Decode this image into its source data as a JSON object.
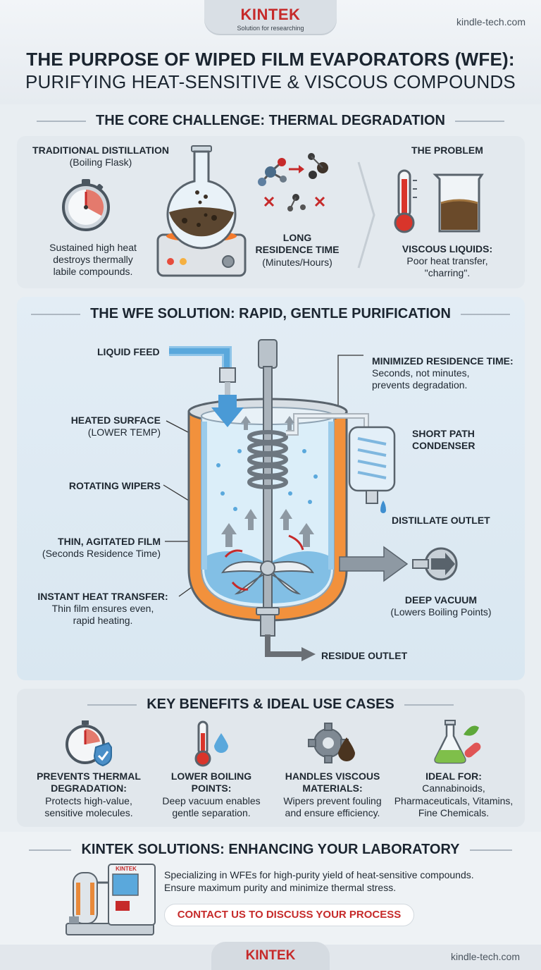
{
  "brand": {
    "logo": "KINTEK",
    "tagline": "Solution for researching",
    "site": "kindle-tech.com"
  },
  "title": {
    "line1": "THE PURPOSE OF WIPED FILM EVAPORATORS (WFE):",
    "line2": "PURIFYING HEAT-SENSITIVE & VISCOUS COMPOUNDS"
  },
  "challenge": {
    "heading": "THE CORE CHALLENGE: THERMAL DEGRADATION",
    "traditional_title": "TRADITIONAL DISTILLATION",
    "traditional_sub": "(Boiling Flask)",
    "traditional_desc_1": "Sustained high heat",
    "traditional_desc_2": "destroys thermally",
    "traditional_desc_3": "labile compounds.",
    "residence_1": "LONG",
    "residence_2": "RESIDENCE TIME",
    "residence_3": "(Minutes/Hours)",
    "problem_title": "THE PROBLEM",
    "viscous_title": "VISCOUS LIQUIDS:",
    "viscous_desc_1": "Poor heat transfer,",
    "viscous_desc_2": "\"charring\"."
  },
  "solution": {
    "heading": "THE WFE SOLUTION: RAPID, GENTLE PURIFICATION",
    "liquid_feed": "LIQUID FEED",
    "heated_surface": "HEATED SURFACE",
    "heated_surface_sub": "(LOWER TEMP)",
    "rotating_wipers": "ROTATING WIPERS",
    "thin_film": "THIN, AGITATED FILM",
    "thin_film_sub": "(Seconds Residence Time)",
    "instant_title": "INSTANT HEAT TRANSFER:",
    "instant_desc_1": "Thin film ensures even,",
    "instant_desc_2": "rapid heating.",
    "min_res_title": "MINIMIZED RESIDENCE TIME:",
    "min_res_desc_1": "Seconds, not minutes,",
    "min_res_desc_2": "prevents degradation.",
    "condenser_1": "SHORT PATH",
    "condenser_2": "CONDENSER",
    "distillate": "DISTILLATE OUTLET",
    "vacuum": "DEEP VACUUM",
    "vacuum_sub": "(Lowers Boiling Points)",
    "residue": "RESIDUE OUTLET"
  },
  "benefits": {
    "heading": "KEY BENEFITS & IDEAL USE CASES",
    "items": [
      {
        "title_1": "PREVENTS THERMAL",
        "title_2": "DEGRADATION:",
        "desc_1": "Protects high-value,",
        "desc_2": "sensitive molecules."
      },
      {
        "title_1": "LOWER BOILING",
        "title_2": "POINTS:",
        "desc_1": "Deep vacuum enables",
        "desc_2": "gentle separation."
      },
      {
        "title_1": "HANDLES VISCOUS",
        "title_2": "MATERIALS:",
        "desc_1": "Wipers prevent fouling",
        "desc_2": "and ensure efficiency."
      },
      {
        "title_1": "IDEAL FOR:",
        "title_2": "Cannabinoids,",
        "desc_1": "Pharmaceuticals, Vitamins,",
        "desc_2": "Fine Chemicals."
      }
    ]
  },
  "cta": {
    "heading": "KINTEK SOLUTIONS: ENHANCING YOUR LABORATORY",
    "desc_1": "Specializing in WFEs for high-purity yield of heat-sensitive compounds.",
    "desc_2": "Ensure maximum purity and minimize thermal stress.",
    "button": "CONTACT US TO DISCUSS YOUR PROCESS",
    "machine_label": "KINTEK"
  },
  "colors": {
    "brand_red": "#c62a2a",
    "heat_orange": "#e8893a",
    "liquid_blue": "#5aa8dc",
    "steel": "#9aa4ad"
  }
}
